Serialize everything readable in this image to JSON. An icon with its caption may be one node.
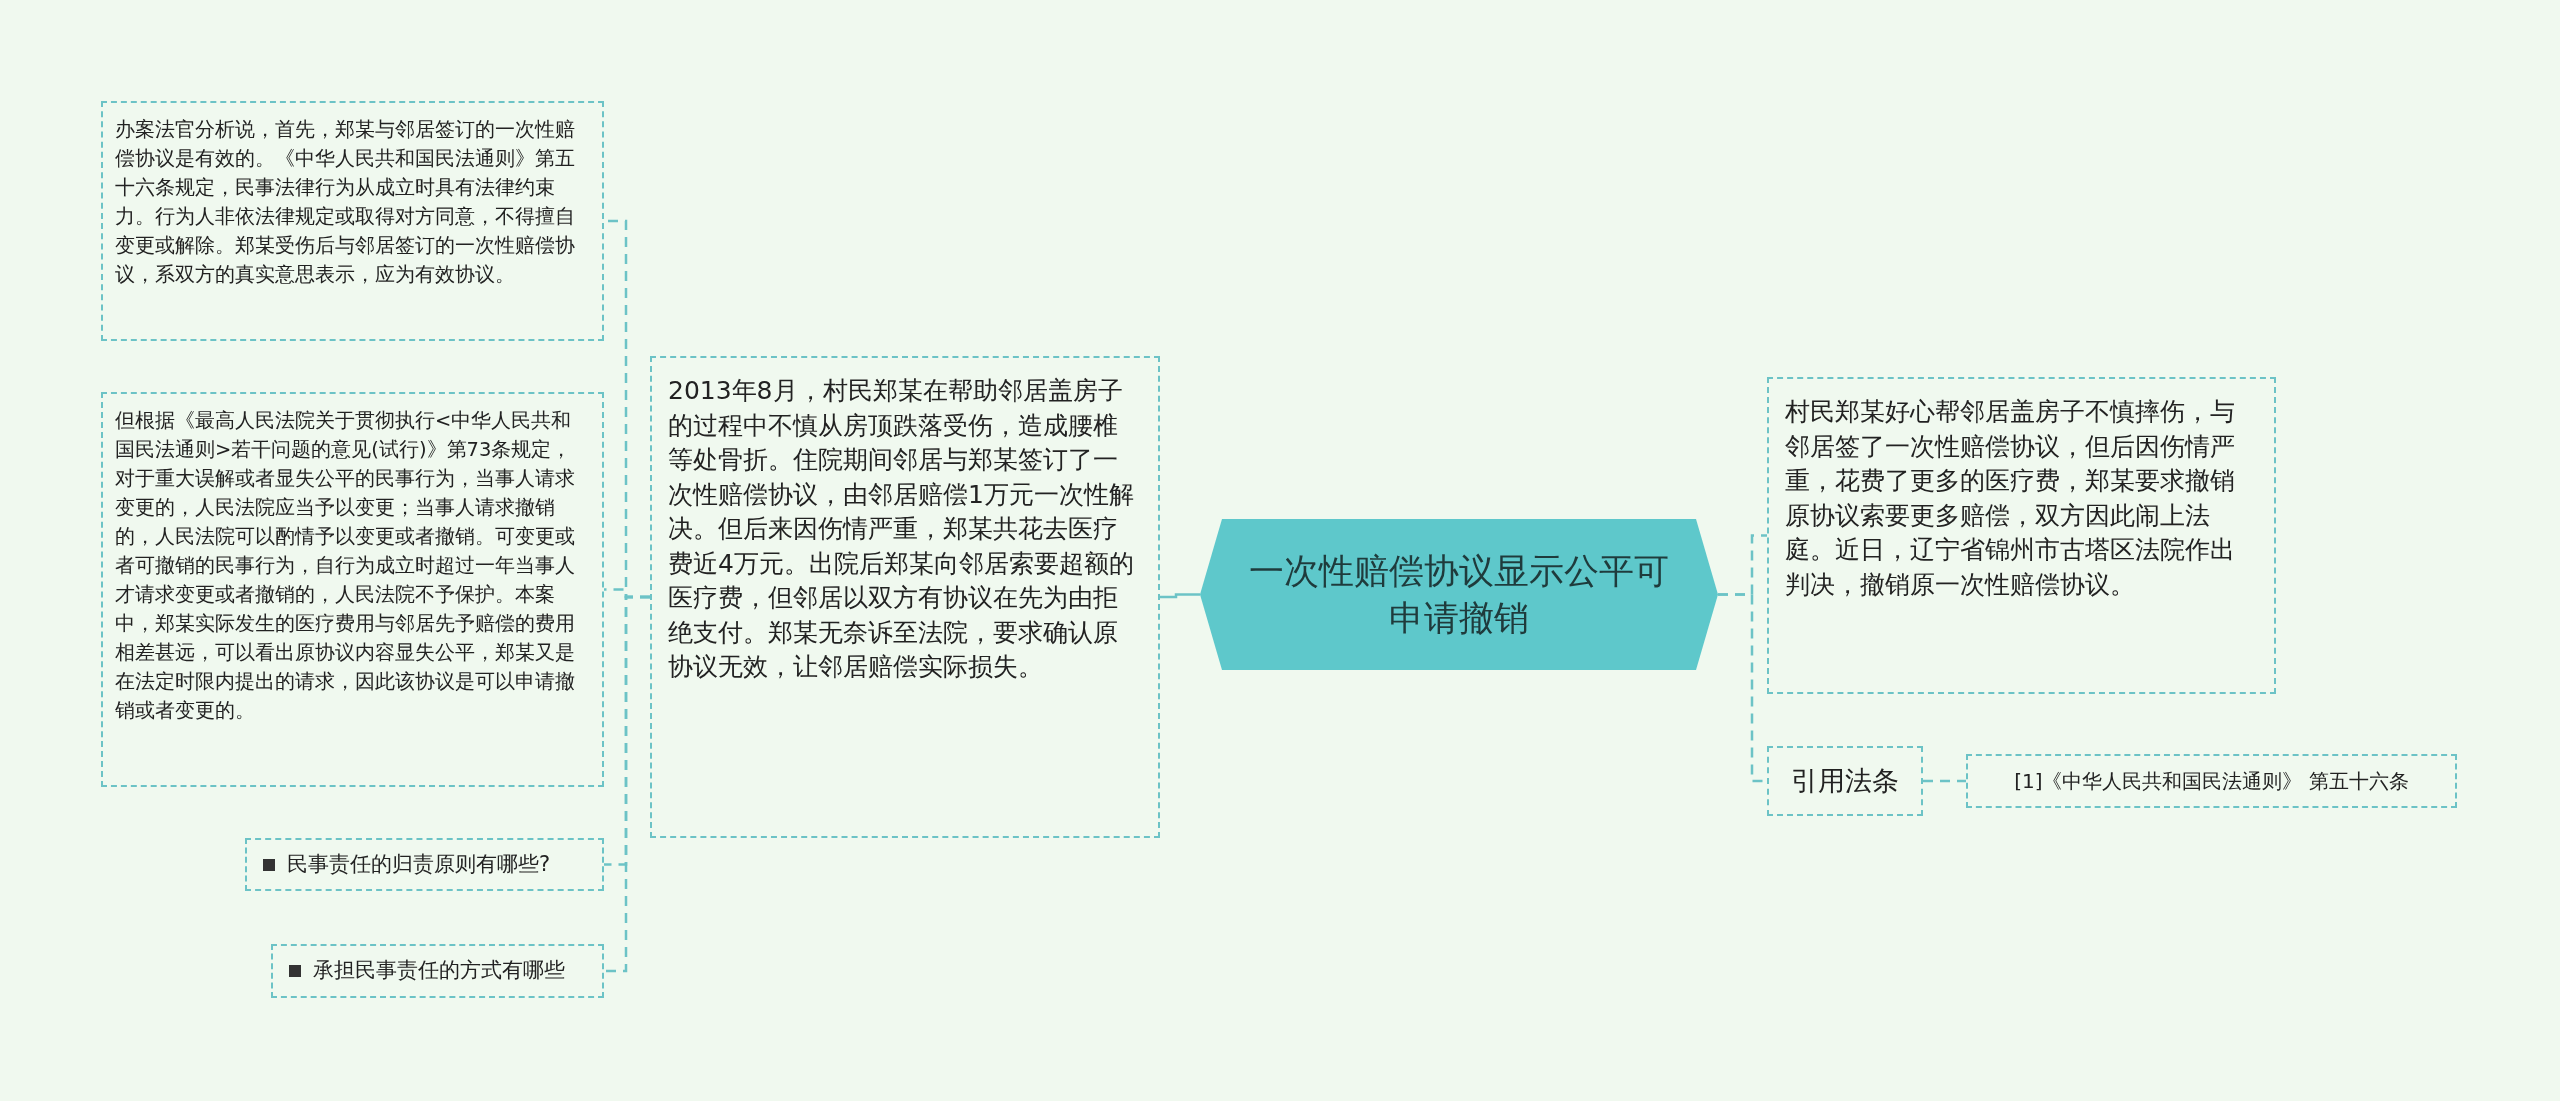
{
  "diagram": {
    "nodes": [
      {
        "text": [
          "一次性赔偿协议显示公平可申请撤销"
        ]
      },
      {
        "text": [
          "2013年8月，村民郑某在帮助邻居盖房子的过程中不慎从房顶跌落受伤，造成腰椎等处骨折。住院期间邻居与郑某签订了一次性赔偿协议，由邻居赔偿1万元一次性解决。但后来因伤情严重，郑某共花去医疗费近4万元。出院后郑某向邻居索要超额的医疗费，但邻居以双方有协议在先为由拒绝支付。郑某无奈诉至法院，要求确认原协议无效，让邻居赔偿实际损失。"
        ]
      },
      {
        "text": [
          "办案法官分析说，首先，郑某与邻居签订的一次性赔偿协议是有效的。《中华人民共和国民法通则》第五十六条规定，民事法律行为从成立时具有法律约束力。行为人非依法律规定或取得对方同意，不得擅自变更或解除。郑某受伤后与邻居签订的一次性赔偿协议，系双方的真实意思表示，应为有效协议。"
        ]
      },
      {
        "text": [
          "但根据《最高人民法院关于贯彻执行<中华人民共和国民法通则>若干问题的意见(试行)》第73条规定，对于重大误解或者显失公平的民事行为，当事人请求变更的，人民法院应当予以变更；当事人请求撤销的，人民法院可以酌情予以变更或者撤销。可变更或者可撤销的民事行为，自行为成立时超过一年当事人才请求变更或者撤销的，人民法院不予保护。本案中，郑某实际发生的医疗费用与邻居先予赔偿的费用相差甚远，可以看出原协议内容显失公平，郑某又是在法定时限内提出的请求，因此该协议是可以申请撤销或者变更的。"
        ]
      },
      {
        "text": [
          "民事责任的归责原则有哪些?"
        ]
      },
      {
        "text": [
          "承担民事责任的方式有哪些"
        ]
      },
      {
        "text": [
          "村民郑某好心帮邻居盖房子不慎摔伤，与邻居签了一次性赔偿协议，但后因伤情严重，花费了更多的医疗费，郑某要求撤销原协议索要更多赔偿，双方因此闹上法庭。近日，辽宁省锦州市古塔区法院作出判决，撤销原一次性赔偿协议。"
        ]
      },
      {
        "text": [
          "引用法条"
        ]
      },
      {
        "text": [
          "[1]《中华人民共和国民法通则》 第五十六条"
        ]
      }
    ],
    "edges": [
      {
        "from": 0,
        "to": 1,
        "arrow": "none"
      },
      {
        "from": 1,
        "to": 2,
        "arrow": "none",
        "style": "dashed"
      },
      {
        "from": 1,
        "to": 3,
        "arrow": "none",
        "style": "dashed"
      },
      {
        "from": 1,
        "to": 4,
        "arrow": "none",
        "style": "dashed"
      },
      {
        "from": 1,
        "to": 5,
        "arrow": "none",
        "style": "dashed"
      },
      {
        "from": 0,
        "to": 6,
        "arrow": "none",
        "style": "dashed"
      },
      {
        "from": 0,
        "to": 7,
        "arrow": "none",
        "style": "dashed"
      },
      {
        "from": 7,
        "to": 8,
        "arrow": "none",
        "style": "dashed"
      }
    ]
  }
}
